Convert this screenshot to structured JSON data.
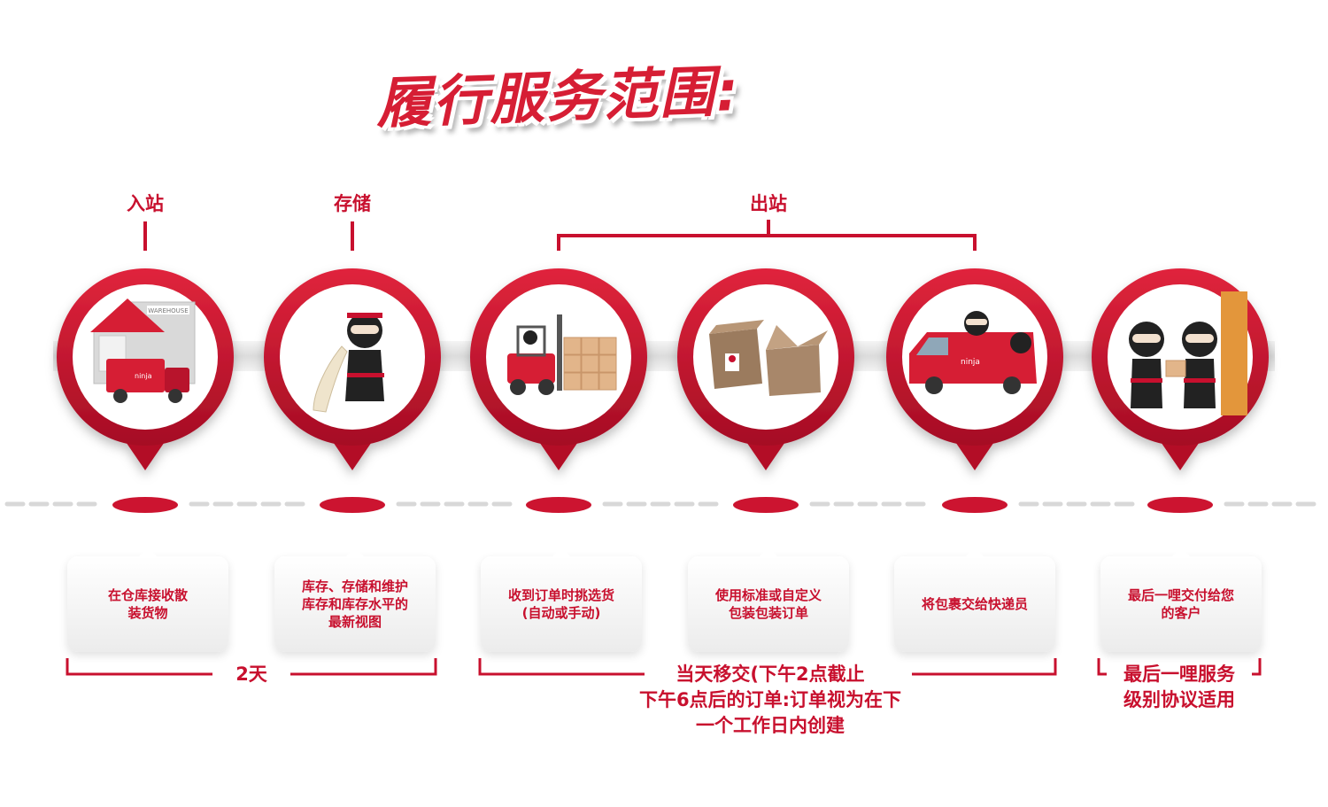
{
  "title": "履行服务范围:",
  "categories": {
    "inbound": "入站",
    "storage": "存储",
    "outbound": "出站"
  },
  "illustrations": {
    "warehouse_sign": "WAREHOUSE",
    "van_brand": "ninja"
  },
  "steps": [
    {
      "icon": "warehouse-truck-icon",
      "text": "在仓库接收散\n装货物"
    },
    {
      "icon": "ninja-inventory-list-icon",
      "text": "库存、存储和维护\n库存和库存水平的\n最新视图"
    },
    {
      "icon": "forklift-icon",
      "text": "收到订单时挑选货\n(自动或手动)"
    },
    {
      "icon": "boxes-icon",
      "text": "使用标准或自定义\n包装包装订单"
    },
    {
      "icon": "delivery-van-icon",
      "text": "将包裹交给快递员"
    },
    {
      "icon": "handover-icon",
      "text": "最后一哩交付给您\n的客户"
    }
  ],
  "bottom": {
    "days": "2天",
    "same_day_line1": "当天移交(下午2点截止",
    "same_day_line2": "下午6点后的订单:订单视为在下",
    "same_day_line3": "一个工作日内创建",
    "sla_line1": "最后一哩服务",
    "sla_line2": "级别协议适用"
  },
  "colors": {
    "brand_red": "#c8102e",
    "dark_red": "#a10c22",
    "light_gray": "#e3e3e3"
  }
}
